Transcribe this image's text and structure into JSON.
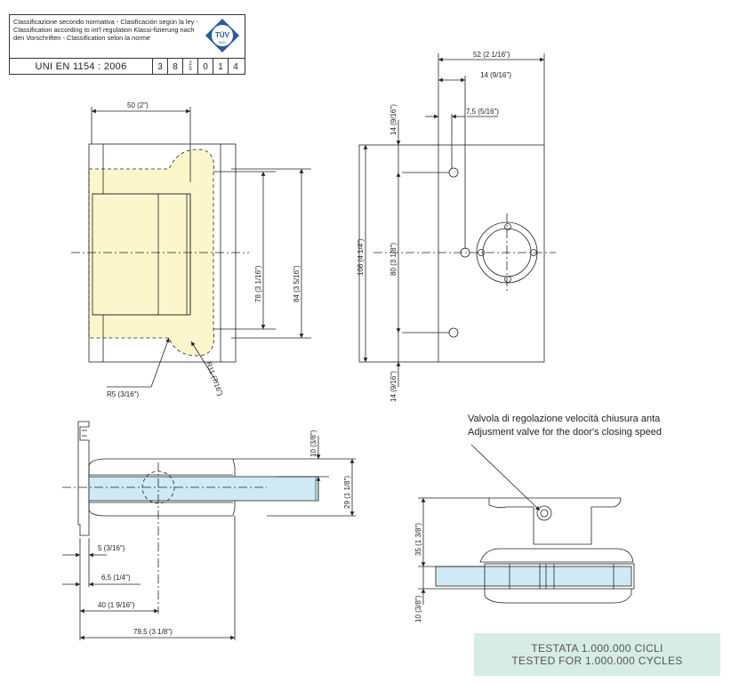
{
  "classification": {
    "text": "Classificazione secondo normativa - Clasificación según la ley - Classification according to int'l regulation Klassi-fizierung nach den Vorschriften - Classification selon la norme",
    "standard": "UNI EN 1154 : 2006",
    "digits": [
      "3",
      "8",
      "0",
      "1",
      "4"
    ],
    "fraction": {
      "top": "2",
      "bottom": "5"
    }
  },
  "certification_logo": {
    "text": "TÜV",
    "sub": "SÜD",
    "icon": "tuv-sud-logo"
  },
  "front_view": {
    "width_dim": "50 (2\")",
    "dim_78": "78 (3 1/16\")",
    "dim_84": "84 (3 5/16\")",
    "radius_5": "R5 (3/16\")",
    "radius_11": "R11 (7/16\")"
  },
  "side_view": {
    "dim_52": "52 (2  1/16\")",
    "dim_14": "14 (9/16\")",
    "dim_7_5": "7,5 (5/16\")",
    "dim_14_top": "14 (9/16\")",
    "dim_108": "108 (4  1/4\")",
    "dim_80": "80 (3 1/8\")",
    "dim_14_bottom": "14 (9/16\")"
  },
  "top_view": {
    "dim_10": "10 (3/8\")",
    "dim_29": "29 (1  1/8\")",
    "dim_5": "5 (3/16\")",
    "dim_6_5": "6,5 (1/4\")",
    "dim_40": "40 (1  9/16\")",
    "dim_79_5": "79,5 (3  1/8\")"
  },
  "valve_view": {
    "annotation_it": "Valvola di regolazione velocità chiusura anta",
    "annotation_en": "Adjusment valve for the door's closing speed",
    "dim_35": "35 (1  3/8\")",
    "dim_10": "10 (3/8\")"
  },
  "test_box": {
    "line1": "TESTATA 1.000.000 CICLI",
    "line2": "TESTED FOR 1.000.000 CYCLES"
  },
  "colors": {
    "highlight": "#fbf6cc",
    "glass": "#cfe9f5",
    "test_bg": "#d6ece5",
    "line": "#222222"
  }
}
